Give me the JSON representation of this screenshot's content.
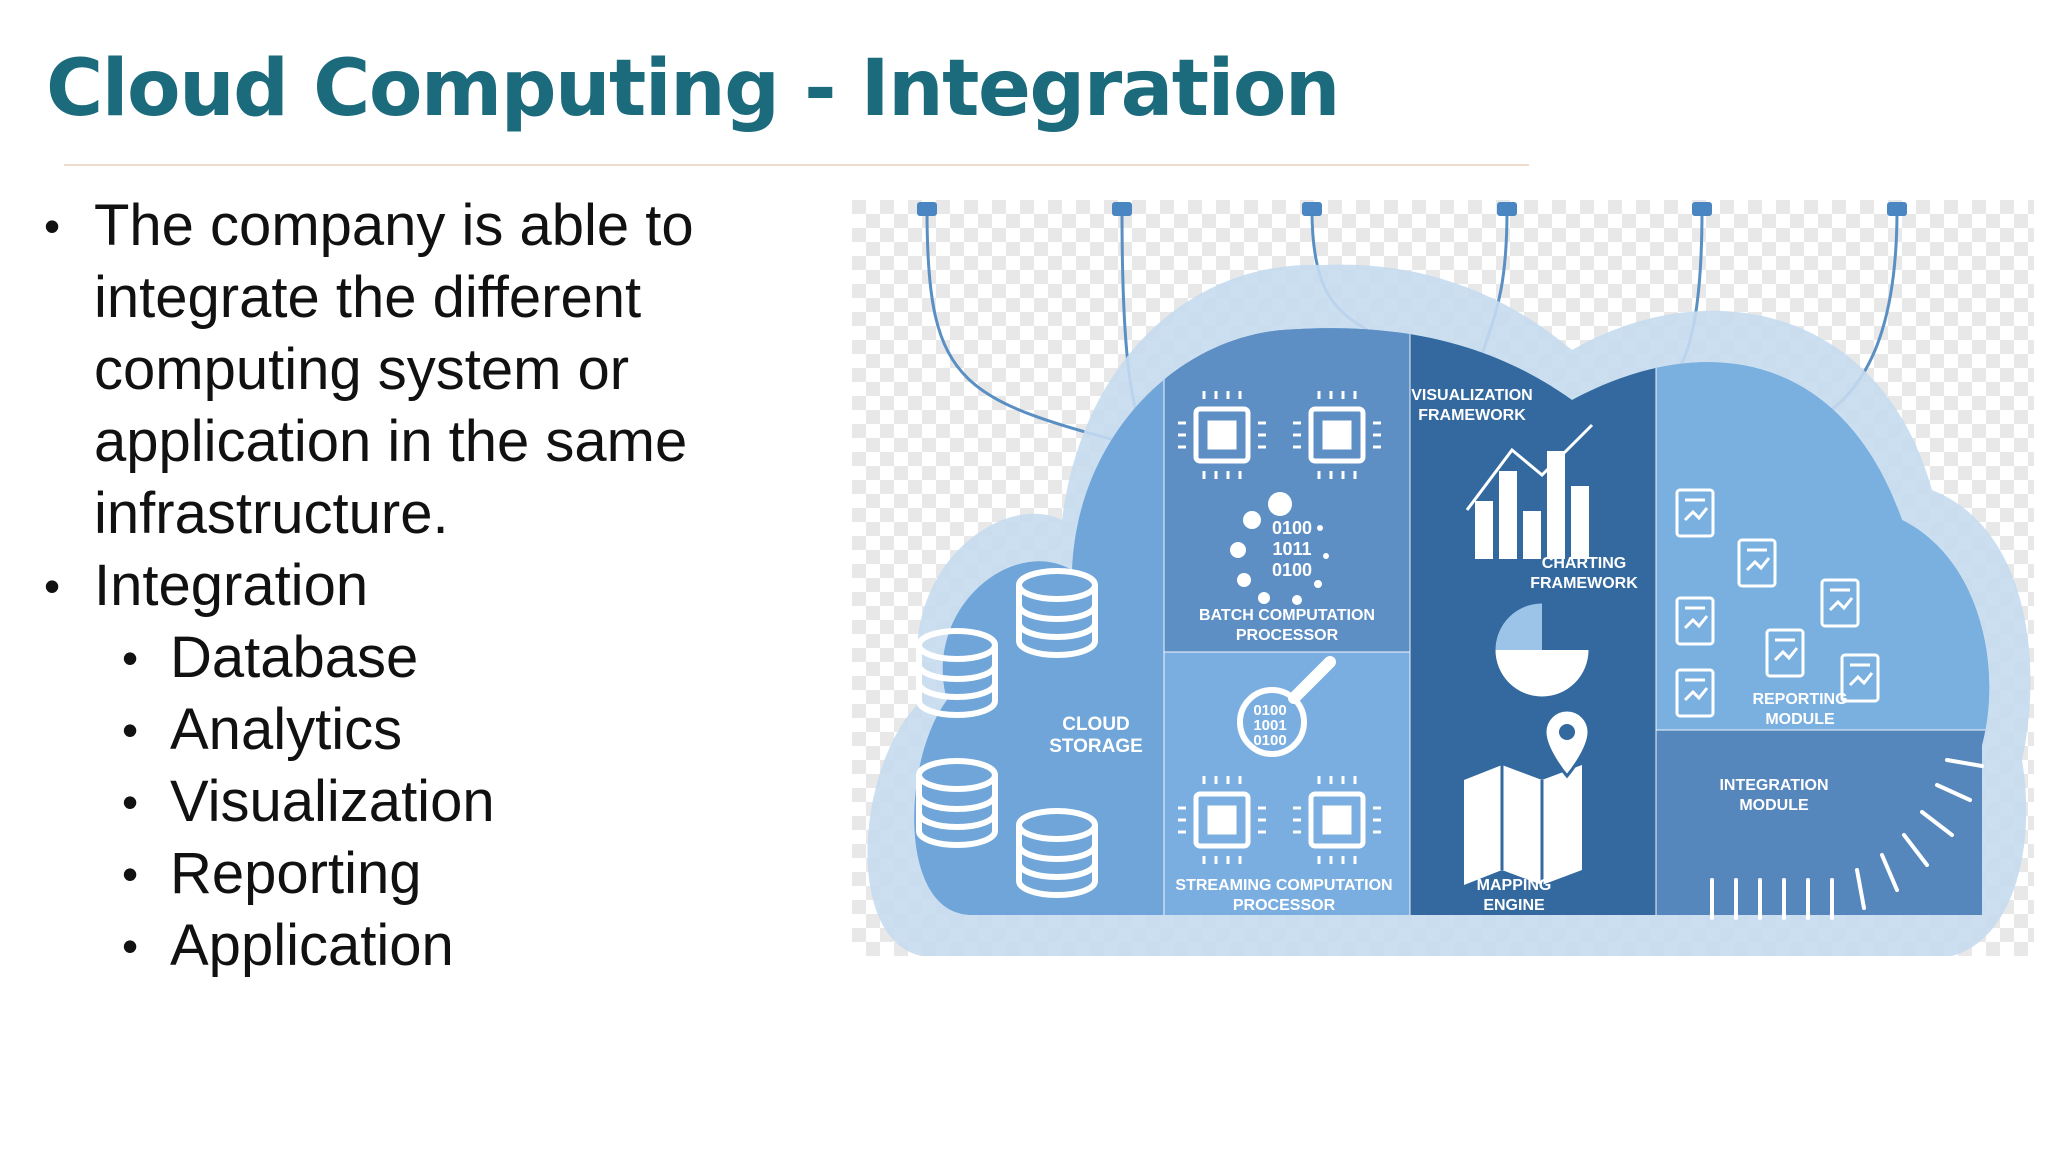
{
  "slide": {
    "title": "Cloud Computing - Integration",
    "bullets": [
      {
        "level": 1,
        "text": "The company is able to integrate the different computing system or application in the same infrastructure."
      },
      {
        "level": 1,
        "text": "Integration"
      },
      {
        "level": 2,
        "text": "Database"
      },
      {
        "level": 2,
        "text": "Analytics"
      },
      {
        "level": 2,
        "text": "Visualization"
      },
      {
        "level": 2,
        "text": "Reporting"
      },
      {
        "level": 2,
        "text": "Application"
      }
    ]
  },
  "figure": {
    "labels": {
      "cloud_storage": [
        "CLOUD",
        "STORAGE"
      ],
      "batch": [
        "BATCH COMPUTATION",
        "PROCESSOR"
      ],
      "streaming": [
        "STREAMING COMPUTATION",
        "PROCESSOR"
      ],
      "visualization": [
        "VISUALIZATION",
        "FRAMEWORK"
      ],
      "charting": [
        "CHARTING",
        "FRAMEWORK"
      ],
      "mapping": [
        "MAPPING",
        "ENGINE"
      ],
      "reporting": [
        "REPORTING",
        "MODULE"
      ],
      "integration": [
        "INTEGRATION",
        "MODULE"
      ],
      "binary_rows": [
        "0100",
        "1011",
        "0100"
      ],
      "magnifier_rows": [
        "0100",
        "1001",
        "0100"
      ]
    },
    "colors": {
      "title": "#1b6b7d",
      "cloud_outer": "#c5dcf0",
      "cloud_inner": "#6fa5d8",
      "panel_mid": "#5d8ec4",
      "panel_dark": "#33699f",
      "panel_light": "#7ab0df"
    }
  }
}
